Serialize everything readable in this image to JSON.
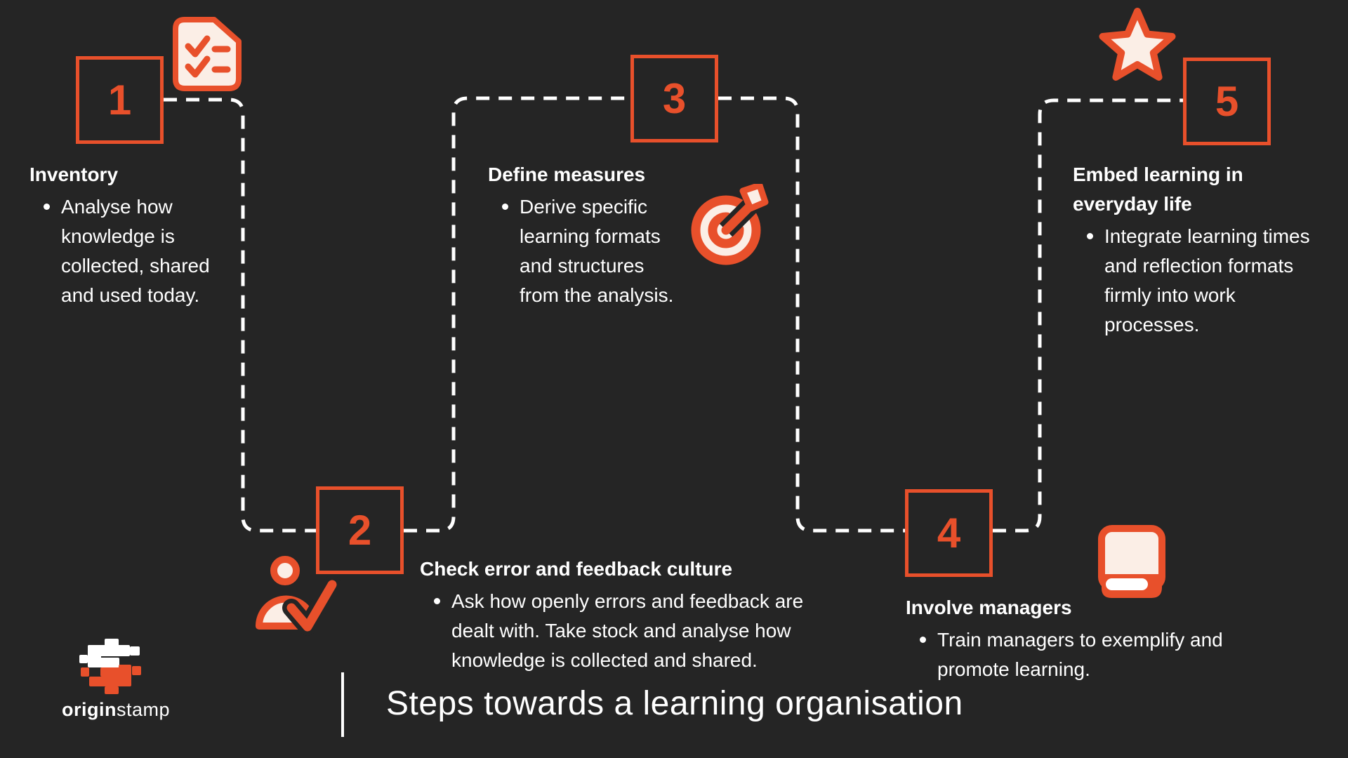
{
  "page": {
    "background": "#252525",
    "accent": "#E8502B",
    "cream": "#FBEEE6",
    "text": "#FFFFFF",
    "title": "Steps towards a learning organisation"
  },
  "brand": {
    "logo": "originstamp-blocky-s-logo",
    "name_bold": "origin",
    "name_regular": "stamp"
  },
  "steps": [
    {
      "number": "1",
      "icon": "checklist-document-icon",
      "heading": "Inventory",
      "bullet": "Analyse how knowledge is collected, shared and used today."
    },
    {
      "number": "2",
      "icon": "person-checkmark-icon",
      "heading": "Check error and feedback culture",
      "bullet": "Ask how openly errors and feedback are dealt with. Take stock and analyse how knowledge is collected and shared."
    },
    {
      "number": "3",
      "icon": "target-arrow-icon",
      "heading": "Define measures",
      "bullet": "Derive specific learning formats and structures from the analysis."
    },
    {
      "number": "4",
      "icon": "book-icon",
      "heading": "Involve managers",
      "bullet": "Train managers to exemplify and promote learning."
    },
    {
      "number": "5",
      "icon": "star-icon",
      "heading": "Embed learning in everyday life",
      "bullet": "Integrate learning times and reflection formats firmly into work processes."
    }
  ]
}
